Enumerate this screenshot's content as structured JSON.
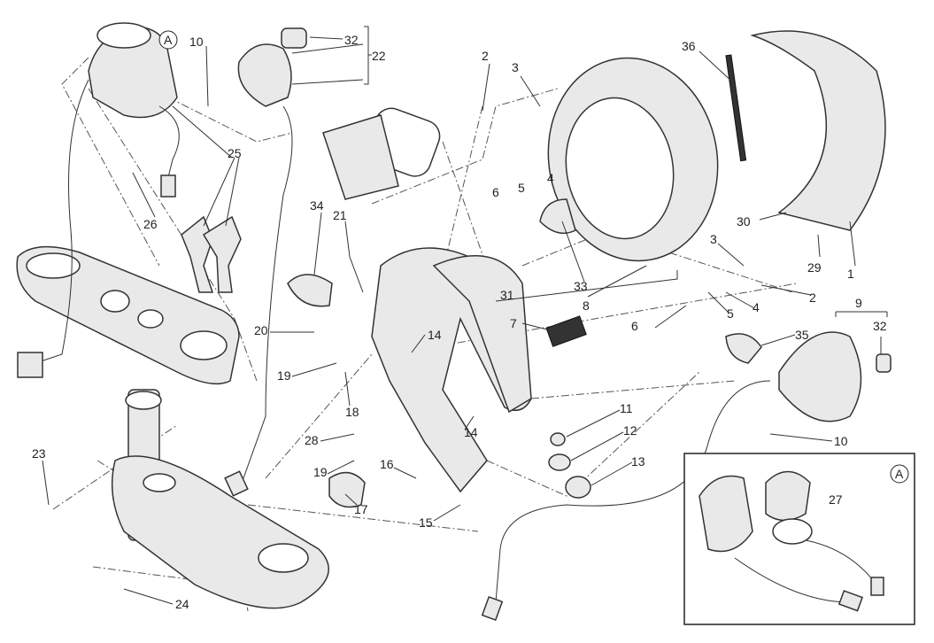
{
  "diagram": {
    "title": "Headlight and ignition switch exploded parts diagram",
    "detail_marker": "A",
    "callouts": [
      "10",
      "32",
      "22",
      "2",
      "3",
      "36",
      "25",
      "26",
      "6",
      "5",
      "4",
      "34",
      "21",
      "30",
      "29",
      "1",
      "3",
      "2",
      "31",
      "33",
      "4",
      "5",
      "6",
      "9",
      "32",
      "7",
      "8",
      "35",
      "20",
      "14",
      "19",
      "18",
      "14",
      "11",
      "12",
      "10",
      "13",
      "28",
      "19",
      "16",
      "17",
      "15",
      "23",
      "27",
      "24"
    ],
    "inset": {
      "marker": "A",
      "callout": "27"
    }
  }
}
